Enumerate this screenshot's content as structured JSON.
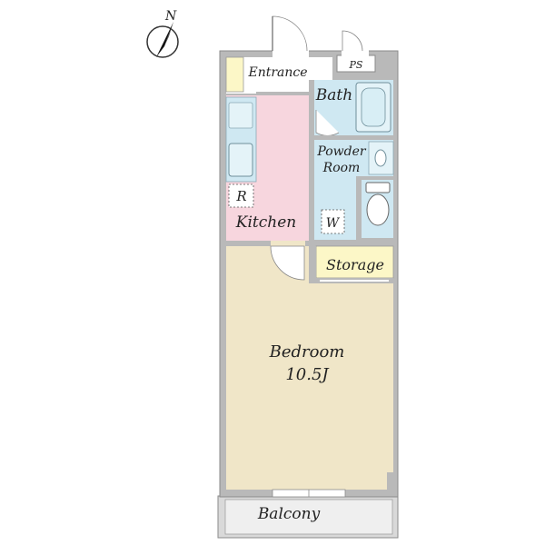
{
  "compass": {
    "north_label": "N"
  },
  "rooms": {
    "entrance": "Entrance",
    "ps": "PS",
    "bath": "Bath",
    "powder_room_line1": "Powder",
    "powder_room_line2": "Room",
    "kitchen": "Kitchen",
    "refrigerator": "R",
    "washer": "W",
    "storage": "Storage",
    "bedroom": "Bedroom",
    "bedroom_size": "10.5J",
    "balcony": "Balcony"
  },
  "colors": {
    "wall": "#b9b9b9",
    "wall_stroke": "#8a8a8a",
    "bedroom_floor": "#f0e6c8",
    "kitchen_floor": "#f7d6de",
    "water_area": "#cfe8f2",
    "storage_floor": "#fcf7c7",
    "entrance_floor": "#ffffff",
    "balcony_floor": "#eeeeee"
  }
}
